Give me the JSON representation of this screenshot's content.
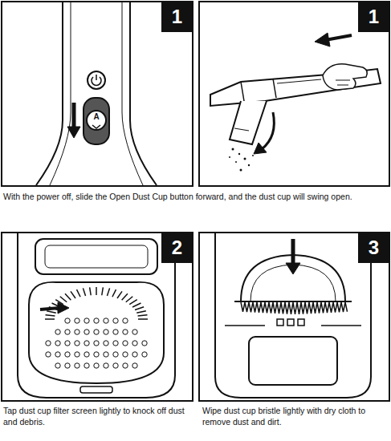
{
  "diagram": {
    "nodes": [
      {
        "text": [
          "1"
        ]
      },
      {
        "text": [
          "1"
        ]
      },
      {
        "text": [
          "2"
        ]
      },
      {
        "text": [
          "3"
        ]
      }
    ],
    "labels": [
      "A",
      "With the power off, slide the Open Dust Cup button forward, and the dust cup will swing open.",
      "Tap dust cup filter screen lightly to knock off dust and debris.",
      "Wipe dust cup bristle lightly with dry cloth to remove dust and dirt."
    ]
  }
}
